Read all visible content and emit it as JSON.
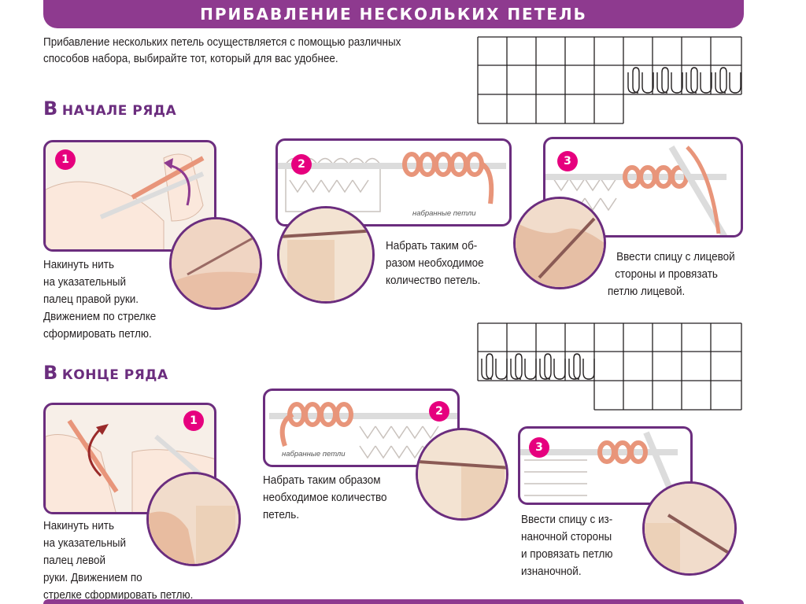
{
  "page": {
    "title": "ПРИБАВЛЕНИЕ НЕСКОЛЬКИХ ПЕТЕЛЬ",
    "intro_line1": "Прибавление нескольких петель осуществляется с помощью различных",
    "intro_line2": "способов набора, выбирайте тот, который для вас удобнее."
  },
  "colors": {
    "accent_purple": "#8e3a8f",
    "frame_purple": "#6b2d7e",
    "badge_pink": "#e6007e",
    "yarn_salmon": "#e8957a",
    "yarn_cream": "#f4dcc9"
  },
  "section_start": {
    "heading_first": "В",
    "heading_rest": "НАЧАЛЕ РЯДА",
    "steps": [
      {
        "number": "1",
        "lines": [
          "Накинуть нить",
          "на указательный",
          "палец правой руки.",
          "Движением по стрелке",
          "сформировать петлю."
        ]
      },
      {
        "number": "2",
        "image_label": "набранные петли",
        "lines": [
          "Набрать таким об-",
          "разом необходимое",
          "количество петель."
        ]
      },
      {
        "number": "3",
        "lines": [
          "Ввести спицу с лицевой",
          "стороны и провязать",
          "петлю лицевой."
        ]
      }
    ]
  },
  "section_end": {
    "heading_first": "В",
    "heading_rest": "КОНЦЕ РЯДА",
    "steps": [
      {
        "number": "1",
        "lines": [
          "Накинуть нить",
          "на указательный",
          "палец левой",
          "руки. Движением по",
          "стрелке сформировать петлю."
        ]
      },
      {
        "number": "2",
        "image_label": "набранные петли",
        "lines": [
          "Набрать таким образом",
          "необходимое количество",
          "петель."
        ]
      },
      {
        "number": "3",
        "lines": [
          "Ввести спицу с из-",
          "наночной стороны",
          "и провязать петлю",
          "изнаночной."
        ]
      }
    ]
  }
}
